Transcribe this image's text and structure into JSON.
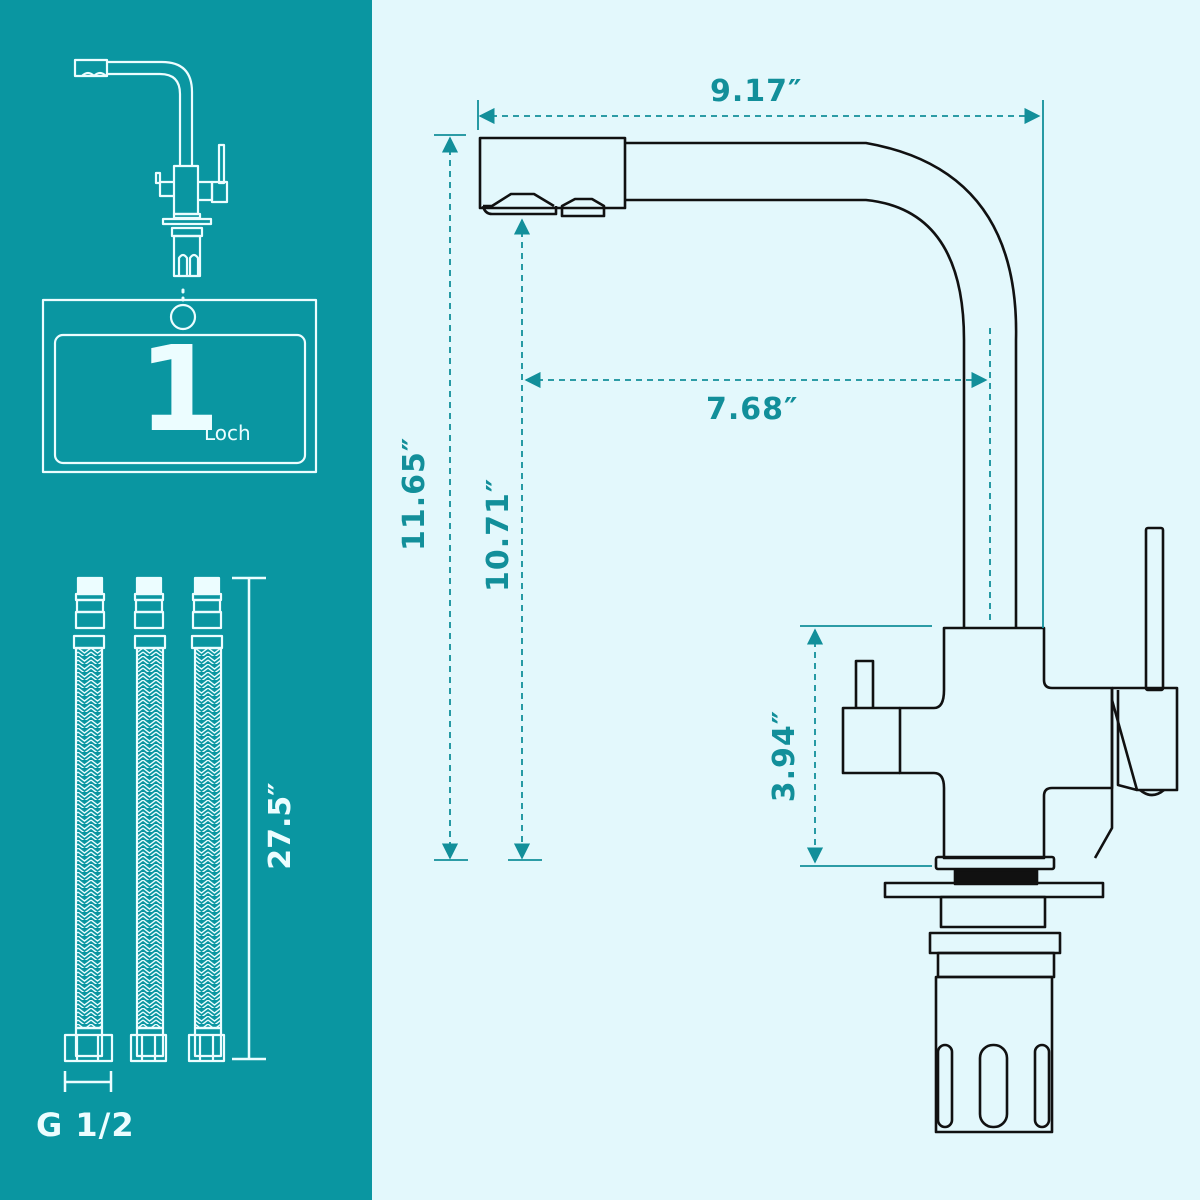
{
  "colors": {
    "left_panel_bg": "#0a96a1",
    "right_panel_bg": "#e3f8fc",
    "dimension_accent": "#128f9a",
    "line_art_light": "#ecfdff",
    "line_art_dark": "#111111"
  },
  "left_panel": {
    "mounting": {
      "hole_count": "1",
      "hole_label": "Loch"
    },
    "hoses": {
      "count": 3,
      "length_label": "27.5″",
      "thread_label": "G 1/2"
    }
  },
  "right_panel": {
    "dimensions": {
      "total_reach": "9.17″",
      "spout_reach": "7.68″",
      "total_height": "11.65″",
      "spout_height": "10.71″",
      "body_height": "3.94″"
    }
  }
}
